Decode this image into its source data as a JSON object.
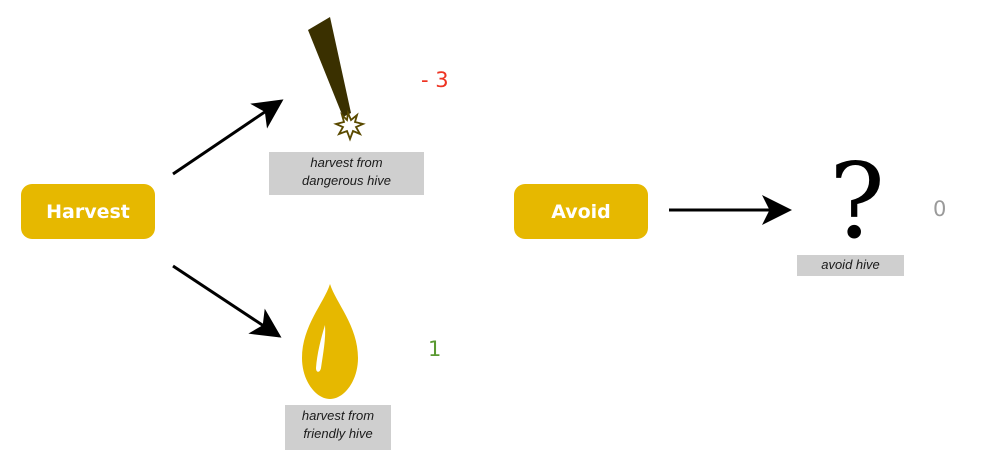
{
  "actions": {
    "harvest": "Harvest",
    "avoid": "Avoid"
  },
  "outcomes": {
    "dangerous": {
      "caption_line1": "harvest from",
      "caption_line2": "dangerous hive",
      "reward": "- 3",
      "icon": "stinger-icon"
    },
    "friendly": {
      "caption_line1": "harvest from",
      "caption_line2": "friendly hive",
      "reward": "1",
      "icon": "honey-drop-icon"
    },
    "avoid": {
      "caption": "avoid hive",
      "reward": "0",
      "icon": "question-mark-icon",
      "glyph": "?"
    }
  },
  "colors": {
    "action_fill": "#e6b800",
    "action_text": "#ffffff",
    "caption_fill": "#cfcfcf",
    "negative_reward": "#ee3322",
    "positive_reward": "#5a9a32",
    "neutral_reward": "#9a9a9a",
    "stinger": "#3a3000",
    "honey": "#e6b800"
  }
}
